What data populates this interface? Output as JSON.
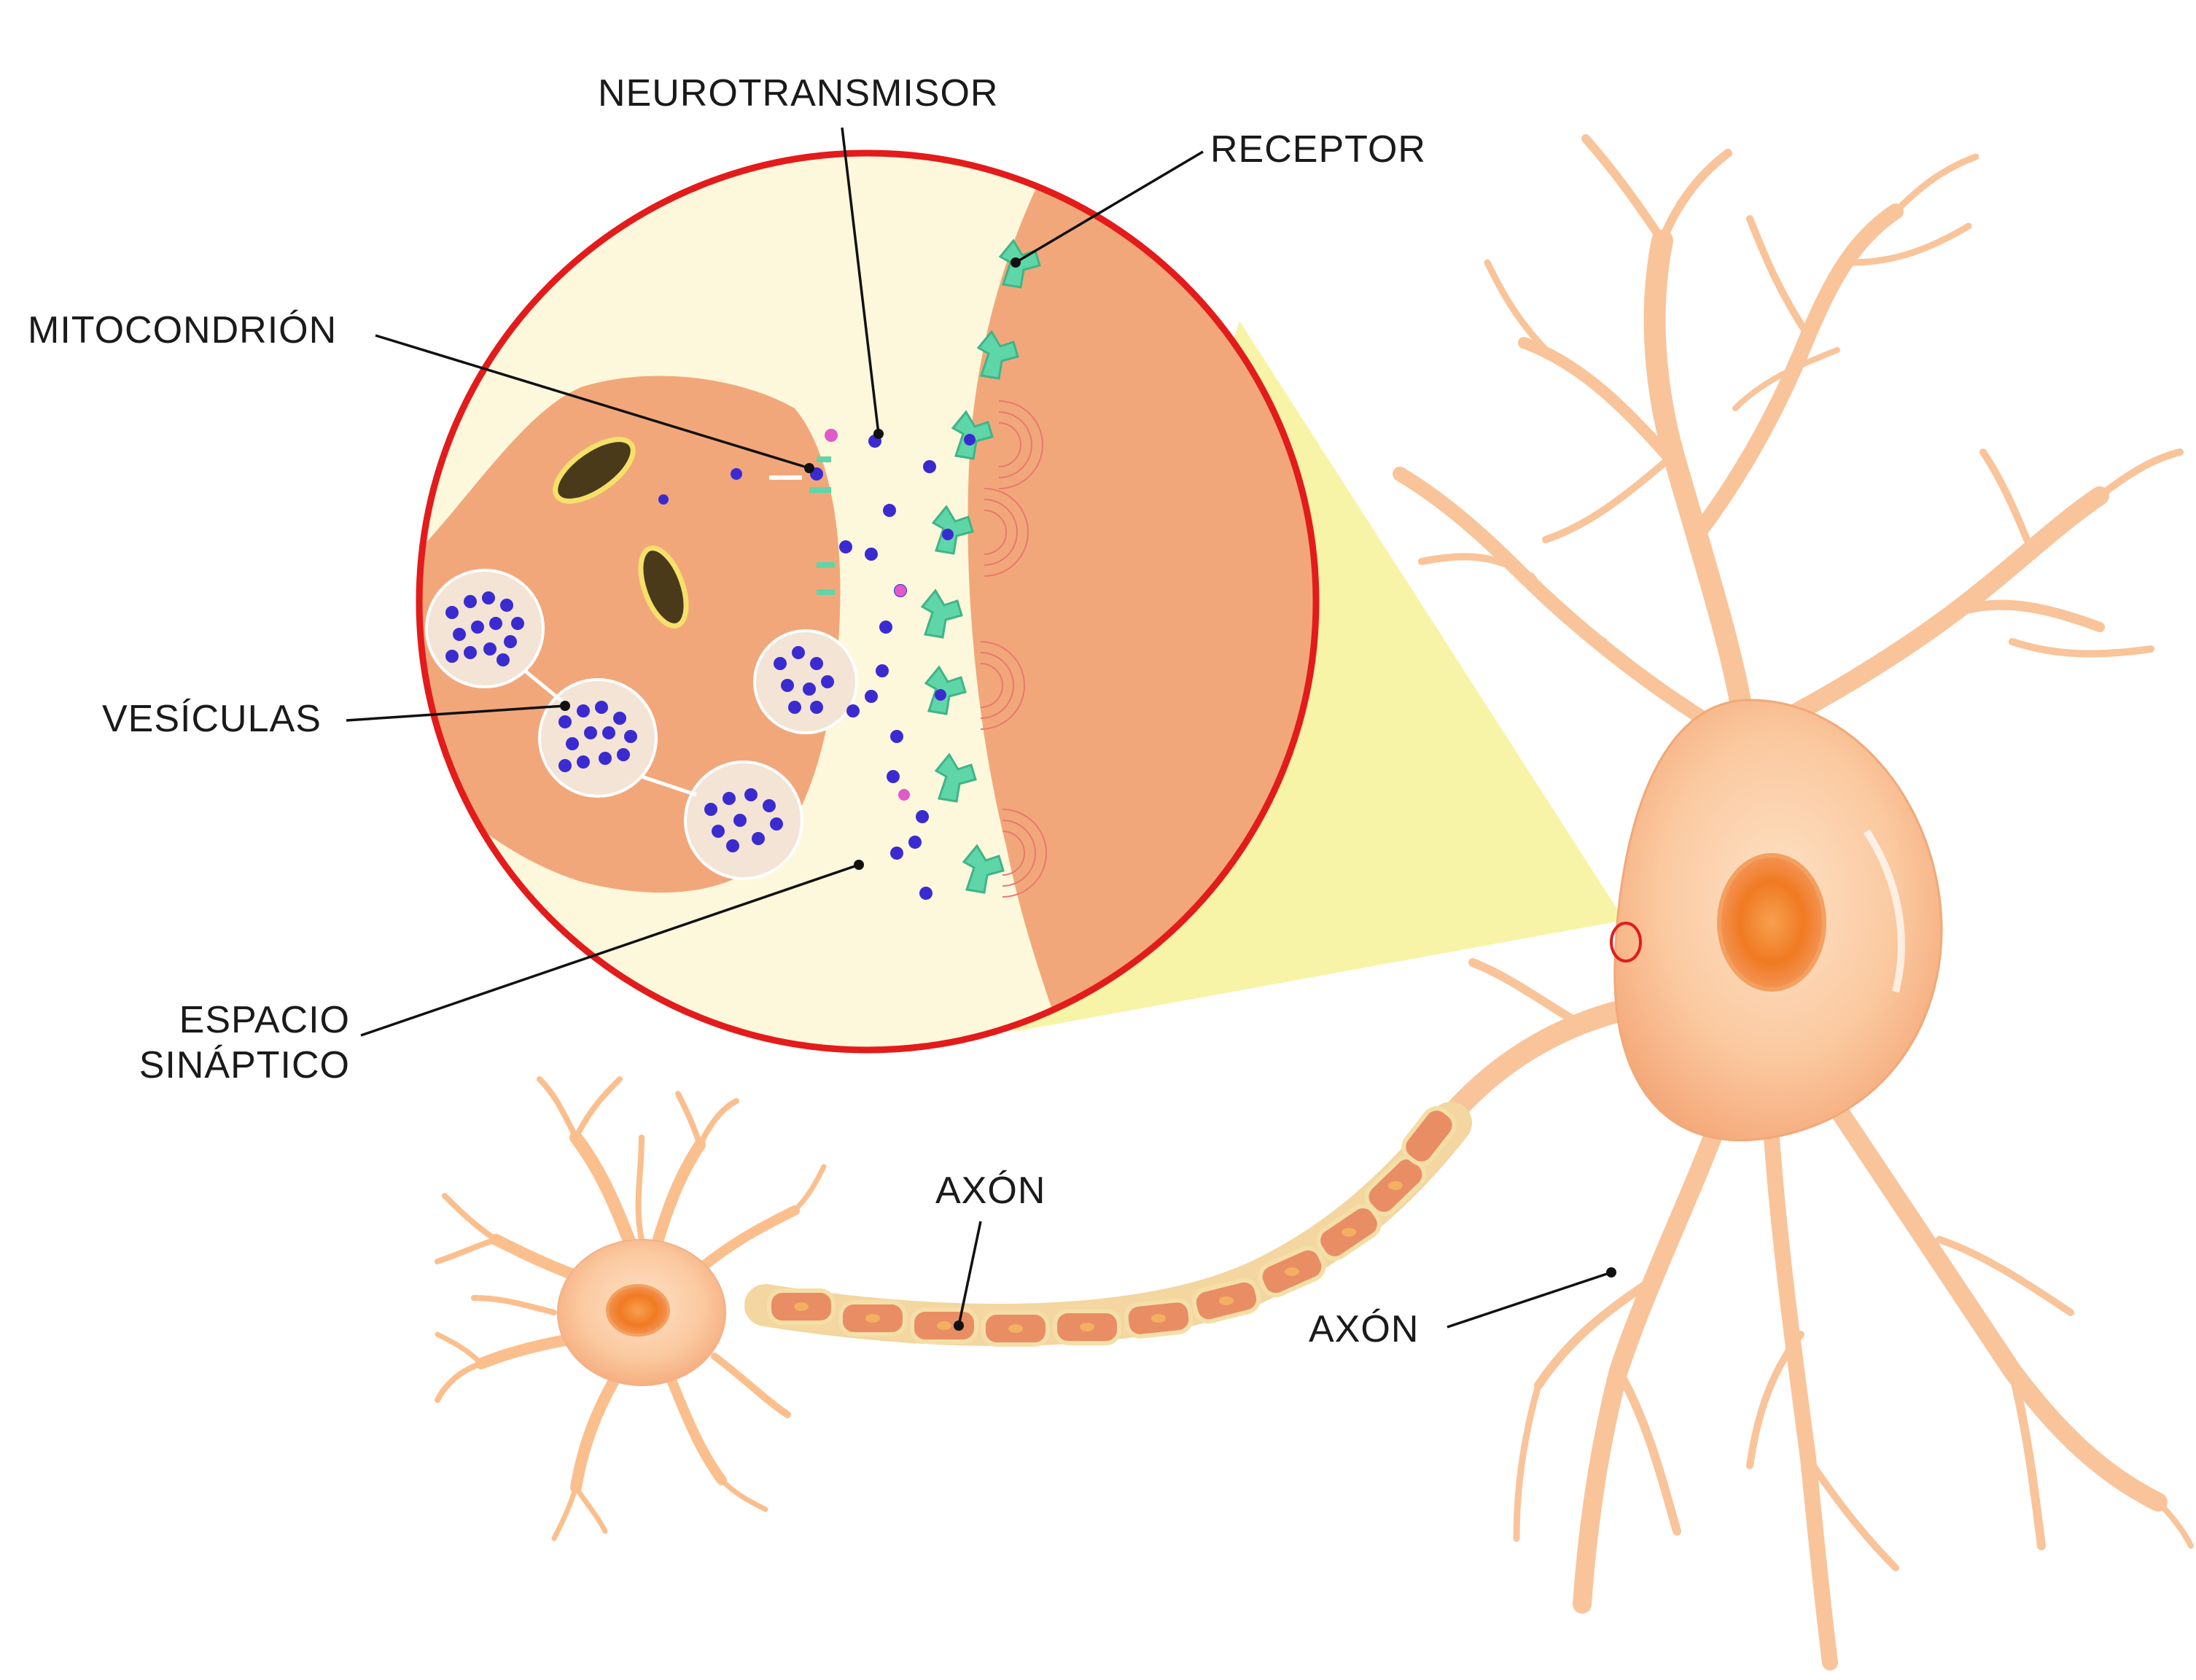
{
  "labels": {
    "neurotransmisor": "NEUROTRANSMISOR",
    "receptor": "RECEPTOR",
    "mitocondrion": "MITOCONDRIÓN",
    "vesiculas": "VESÍCULAS",
    "espacio_line1": "ESPACIO",
    "espacio_line2": "SINÁPTICO",
    "axon_small": "AXÓN",
    "axon_large": "AXÓN"
  },
  "colors": {
    "neuron": "#f9c49a",
    "neuron_edge": "#f2a878",
    "nucleus": "#f07a22",
    "zoom_ring": "#e31b1b",
    "zoom_fill": "#fdf8dc",
    "zoom_cone": "#f6f08a",
    "terminal": "#f2a77a",
    "receptor": "#5fd6a8",
    "neurotransmitter": "#3a2bd0",
    "vesicle": "#f3e4d6",
    "mitochondrion": "#4a3a1a",
    "myelin": "#e88a60",
    "leader_line": "#111111"
  }
}
